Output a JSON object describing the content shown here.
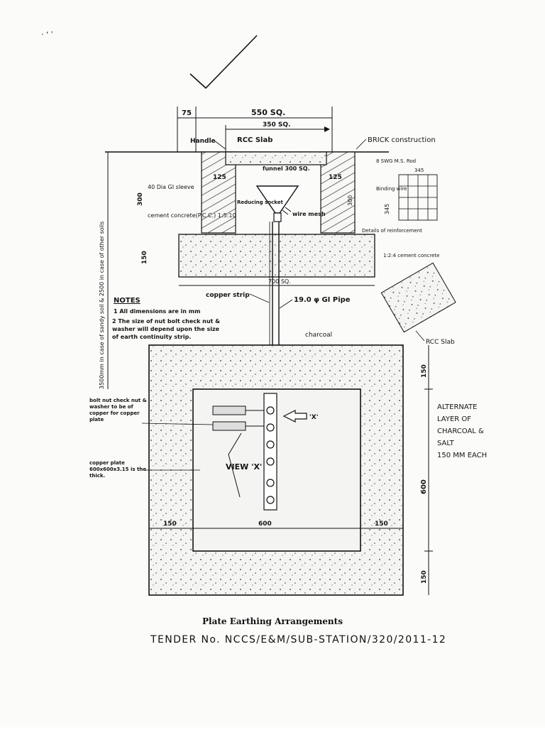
{
  "dimensions": {
    "top_offset": "75",
    "outer_width": "550 SQ.",
    "inner_width": "350 SQ.",
    "wall_left": "125",
    "wall_right": "125",
    "wall_height": "300",
    "base_height": "150",
    "base_width": "700 SQ.",
    "mesh_height": "345",
    "mesh_width": "345",
    "wall_height_right": "300",
    "pit_top": "150",
    "pit_plate": "600",
    "pit_bottom": "150",
    "pit_left": "150",
    "pit_center": "600",
    "pit_right": "150",
    "vertical_note": "3500mm in case of sandy soil & 2500 in case of other soils"
  },
  "labels": {
    "handle": "Handle",
    "rcc_slab": "RCC Slab",
    "brick": "BRICK construction",
    "gi_sleeve": "40 Dia GI sleeve",
    "cement": "cement concrete(P.C.C.) 1:5:10",
    "funnel": "funnel 300 SQ.",
    "reducing_socket": "Reducing socket",
    "wire_mesh": "wire mesh",
    "swg": "8 SWG M.S. Rod",
    "binding_wire": "Binding wire",
    "reinforcement": "Details of reinforcement",
    "concrete_mix": "1:2:4 cement concrete",
    "copper_strip": "copper strip",
    "gi_pipe": "19.0 φ GI Pipe",
    "charcoal": "charcoal",
    "rcc_slab_small": "RCC Slab",
    "bolt_note": "bolt nut check nut & washer to be of copper for copper plate",
    "plate_note": "copper plate 600x600x3.15 is the thick.",
    "view_x": "VIEW 'X'",
    "x_marker": "'X'"
  },
  "notes": {
    "heading": "NOTES",
    "items": [
      "1 All dimensions are in mm",
      "2 The size of nut bolt check nut & washer will depend upon the size of earth continuity strip."
    ]
  },
  "alternate_note": [
    "ALTERNATE",
    "LAYER OF",
    "CHARCOAL &",
    "SALT",
    "150 MM EACH"
  ],
  "caption": "Plate Earthing Arrangements",
  "tender": "TENDER No. NCCS/E&M/SUB-STATION/320/2011-12",
  "scribble": "· ʻ ʾ"
}
